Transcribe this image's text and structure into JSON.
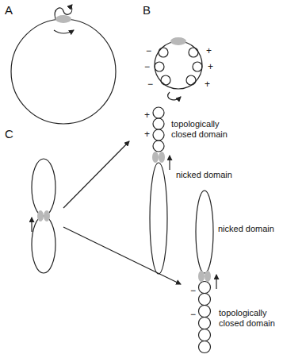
{
  "diagram": {
    "labels": [
      "A",
      "B",
      "−",
      "+",
      "−",
      "+",
      "−",
      "+",
      "C",
      "+",
      "+",
      "topologically closed domain",
      "nicked domain",
      "nicked domain",
      "−",
      "−",
      "topologically closed domain"
    ]
  }
}
